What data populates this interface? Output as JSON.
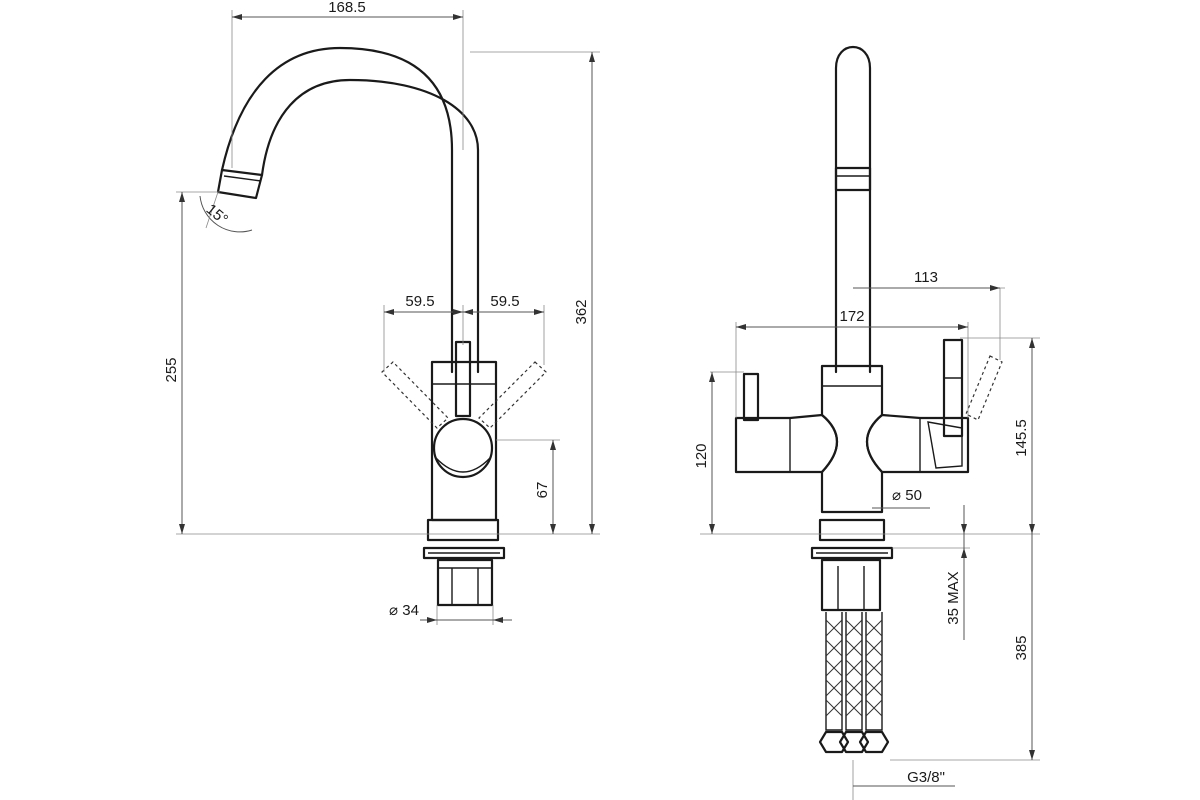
{
  "side_view": {
    "dims": {
      "reach": "168.5",
      "angle": "15°",
      "lever_left": "59.5",
      "lever_right": "59.5",
      "total_height": "362",
      "spout_height": "255",
      "handle_height": "67",
      "base_diameter": "⌀ 34"
    }
  },
  "front_view": {
    "dims": {
      "lever_offset": "113",
      "body_width": "172",
      "body_height": "120",
      "lever_height": "145.5",
      "body_diameter": "⌀ 50",
      "mount_thickness": "35 MAX",
      "hose_length": "385",
      "thread": "G3/8\""
    }
  }
}
